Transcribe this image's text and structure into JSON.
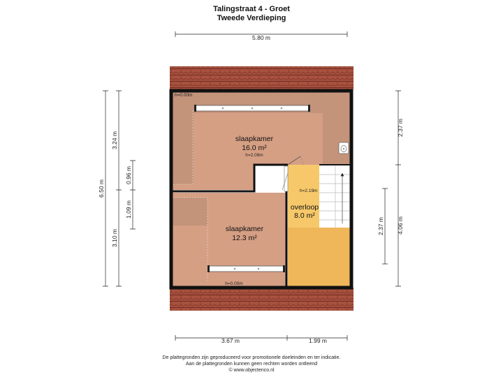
{
  "header": {
    "address": "Talingstraat 4 - Groet",
    "floor": "Tweede Verdieping"
  },
  "dimensions": {
    "top_width": "5.80 m",
    "bottom_left": "3.67 m",
    "bottom_right": "1.99 m",
    "left_total": "6.50 m",
    "left_upper": "3.24 m",
    "left_lower": "3.10 m",
    "left_mid_upper": "0.96 m",
    "left_mid_lower": "1.09 m",
    "right_upper": "2.37 m",
    "right_lower": "2.37 m",
    "right_total": "4.06 m"
  },
  "rooms": {
    "bedroom1": {
      "name": "slaapkamer",
      "area": "16.0 m²",
      "height": "h=2.09m"
    },
    "bedroom2": {
      "name": "slaapkamer",
      "area": "12.3 m²"
    },
    "landing": {
      "name": "overloop",
      "area": "8.0 m²",
      "height": "h=2.19m"
    }
  },
  "height_labels": {
    "top_left": "h=0.00m",
    "bottom": "h=0.00m"
  },
  "footer": {
    "line1": "De plattegronden zijn geproduceerd voor promotionele doeleinden en ter indicatie.",
    "line2": "Aan de plattegronden kunnen geen rechten worden ontleend",
    "line3": "© www.objectenco.nl"
  },
  "colors": {
    "roof_tile": "#a8513f",
    "room_floor": "#d59f84",
    "sloped_zone": "#c3937a",
    "landing_floor": "#efb65a",
    "landing_light": "#f6c86a",
    "wall": "#111111"
  }
}
